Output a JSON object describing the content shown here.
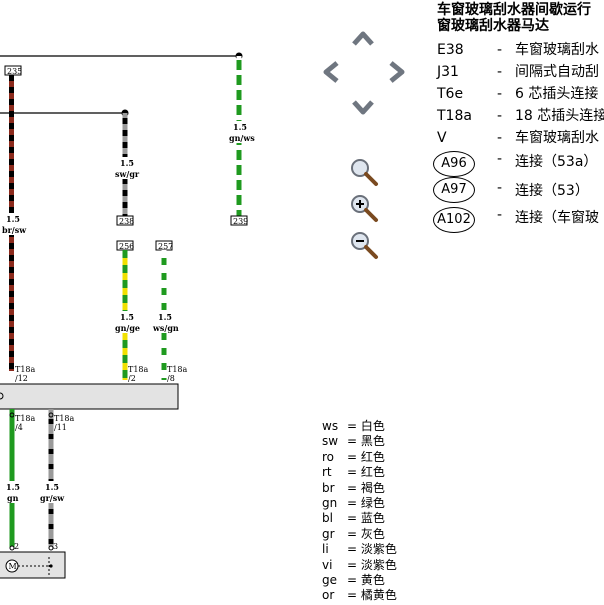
{
  "title_lines": [
    "车窗玻璃刮水器间歇运行",
    "窗玻璃刮水器马达"
  ],
  "legend": [
    {
      "code": "E38",
      "dash": "-",
      "text": "车窗玻璃刮水"
    },
    {
      "code": "J31",
      "dash": "-",
      "text": "间隔式自动刮"
    },
    {
      "code": "T6e",
      "dash": "-",
      "text": "6 芯插头连接"
    },
    {
      "code": "T18a",
      "dash": "-",
      "text": "18 芯插头连接"
    },
    {
      "code": "V",
      "dash": "-",
      "text": "车窗玻璃刮水"
    }
  ],
  "connections": [
    {
      "badge": "A96",
      "dash": "-",
      "text": "连接（53a）"
    },
    {
      "badge": "A97",
      "dash": "-",
      "text": "连接（53）"
    },
    {
      "badge": "A102",
      "dash": "-",
      "text": "连接（车窗玻"
    }
  ],
  "color_codes": [
    {
      "code": "ws",
      "eq": "=",
      "name": "白色"
    },
    {
      "code": "sw",
      "eq": "=",
      "name": "黑色"
    },
    {
      "code": "ro",
      "eq": "=",
      "name": "红色"
    },
    {
      "code": "rt",
      "eq": "=",
      "name": "红色"
    },
    {
      "code": "br",
      "eq": "=",
      "name": "褐色"
    },
    {
      "code": "gn",
      "eq": "=",
      "name": "绿色"
    },
    {
      "code": "bl",
      "eq": "=",
      "name": "蓝色"
    },
    {
      "code": "gr",
      "eq": "=",
      "name": "灰色"
    },
    {
      "code": "li",
      "eq": "=",
      "name": "淡紫色"
    },
    {
      "code": "vi",
      "eq": "=",
      "name": "淡紫色"
    },
    {
      "code": "ge",
      "eq": "=",
      "name": "黄色"
    },
    {
      "code": "or",
      "eq": "=",
      "name": "橘黄色"
    }
  ],
  "wires": {
    "w235": {
      "box": "235",
      "size": "1.5",
      "color": "br/sw"
    },
    "w238": {
      "box": "238",
      "size": "1.5",
      "color": "sw/gr"
    },
    "w239": {
      "box": "239",
      "size": "1.5",
      "color": "gn/ws"
    },
    "w256": {
      "box": "256",
      "size": "1.5",
      "color": "gn/ge"
    },
    "w257": {
      "box": "257",
      "size": "1.5",
      "color": "ws/gn"
    },
    "w_low1": {
      "size": "1.5",
      "color": "gn"
    },
    "w_low2": {
      "size": "1.5",
      "color": "gr/sw"
    }
  },
  "pins": {
    "p12": {
      "conn": "T18a",
      "pin": "/12"
    },
    "p2": {
      "conn": "T18a",
      "pin": "/2"
    },
    "p8": {
      "conn": "T18a",
      "pin": "/8"
    },
    "p4": {
      "conn": "T18a",
      "pin": "/4"
    },
    "p11": {
      "conn": "T18a",
      "pin": "/11"
    },
    "m2": "2",
    "m3": "3"
  },
  "motor_symbol": "M",
  "wire_colors": {
    "brown": "#8b2a1c",
    "green": "#1f9a1f",
    "gray": "#9a9a9a",
    "yellow": "#f0e000",
    "black": "#000000",
    "white": "#ffffff"
  },
  "icons": [
    "chevron-up-icon",
    "chevron-left-icon",
    "chevron-right-icon",
    "chevron-down-icon",
    "zoom-fit-icon",
    "zoom-in-icon",
    "zoom-out-icon"
  ]
}
